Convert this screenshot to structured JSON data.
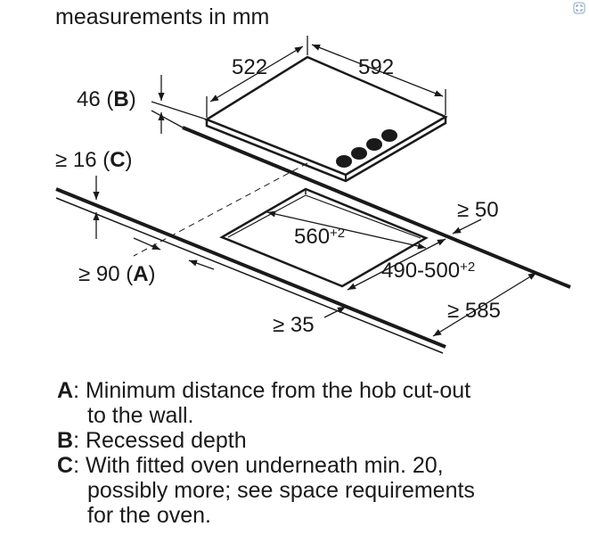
{
  "title": "measurements in mm",
  "labels": {
    "d522": "522",
    "d592": "592",
    "b_value": "46 (",
    "b_letter": "B",
    "b_close": ")",
    "c_value": "≥ 16 (",
    "c_letter": "C",
    "c_close": ")",
    "d50": "≥ 50",
    "d560": "560",
    "d560_tol": "+2",
    "a_value": "≥ 90 (",
    "a_letter": "A",
    "a_close": ")",
    "d490": "490-500",
    "d490_tol": "+2",
    "d585": "≥ 585",
    "d35": "≥ 35"
  },
  "legend": [
    {
      "key": "A",
      "lines": [
        "Minimum distance from the hob cut-out",
        "to the wall."
      ]
    },
    {
      "key": "B",
      "lines": [
        "Recessed depth"
      ]
    },
    {
      "key": "C",
      "lines": [
        "With fitted oven underneath min. 20,",
        "possibly more; see space requirements",
        "for the oven."
      ]
    }
  ],
  "corner_icon": "expand-icon"
}
